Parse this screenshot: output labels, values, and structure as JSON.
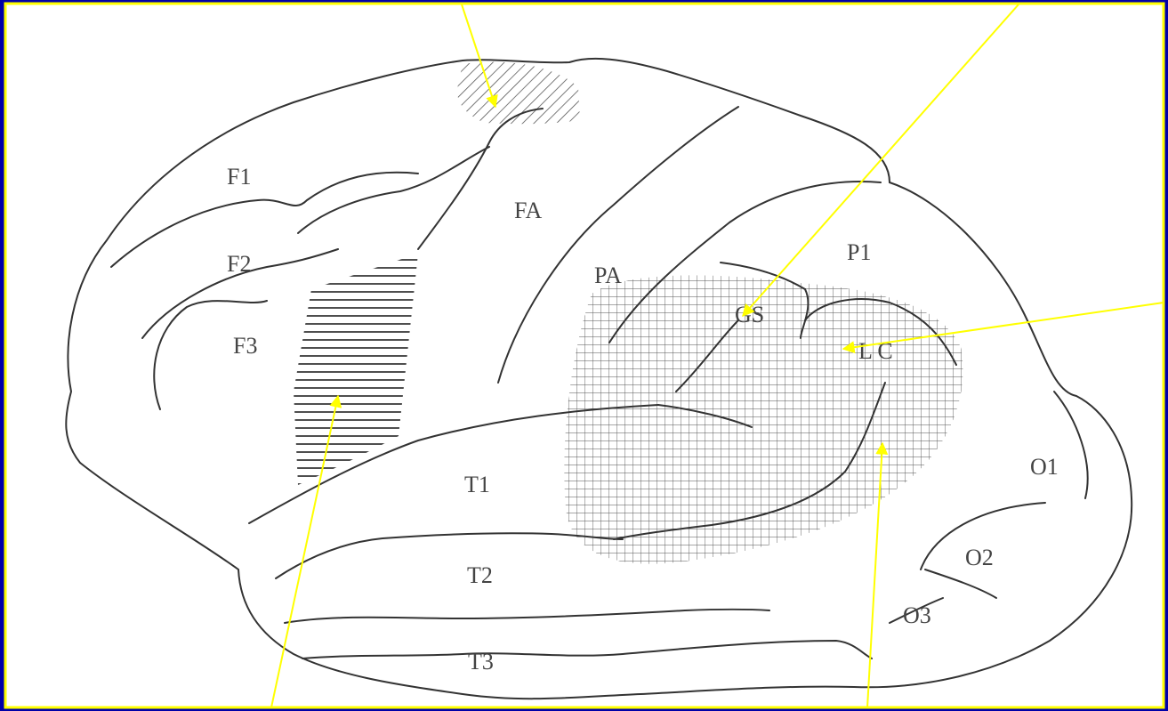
{
  "labels": {
    "f1": "F1",
    "f2": "F2",
    "f3": "F3",
    "fa": "FA",
    "pa": "PA",
    "p1": "P1",
    "gs": "GS",
    "lc": "L C",
    "t1": "T1",
    "t2": "T2",
    "t3": "T3",
    "o1": "O1",
    "o2": "O2",
    "o3": "O3"
  },
  "colors": {
    "frame": "#0000a8",
    "border": "#ffff00",
    "arrow": "#ffff00",
    "ink": "#333333",
    "background": "#ffffff"
  }
}
